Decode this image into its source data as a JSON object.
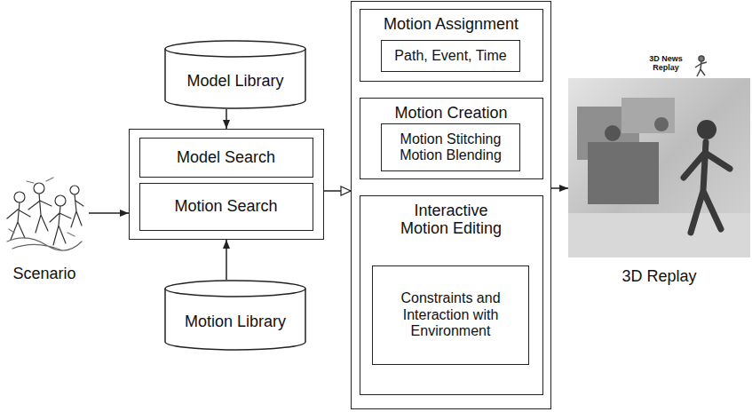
{
  "diagram": {
    "nodes": [
      {
        "text": [
          "Scenario"
        ]
      },
      {
        "text": [
          "Model Library"
        ]
      },
      {
        "text": []
      },
      {
        "text": [
          "Model Search"
        ],
        "in": 2
      },
      {
        "text": [
          "Motion Search"
        ],
        "in": 2
      },
      {
        "text": [
          "Motion Library"
        ]
      },
      {
        "text": []
      },
      {
        "text": [
          "Motion Assignment"
        ],
        "in": 6
      },
      {
        "text": [
          "Path, Event, Time"
        ],
        "in": 7
      },
      {
        "text": [
          "Motion Creation"
        ],
        "in": 6
      },
      {
        "text": [
          "Motion Stitching",
          "Motion Blending"
        ],
        "in": 9
      },
      {
        "text": [
          "Interactive Motion Editing"
        ],
        "in": 6
      },
      {
        "text": [
          "Constraints and Interaction with Environment"
        ],
        "in": 11
      },
      {
        "text": [
          "3D Replay"
        ]
      }
    ],
    "edges": [
      {
        "from": 0,
        "to": 2,
        "arrow": "to"
      },
      {
        "from": 1,
        "to": 2,
        "arrow": "to"
      },
      {
        "from": 5,
        "to": 2,
        "arrow": "to"
      },
      {
        "from": 2,
        "to": 6,
        "arrow": "to"
      },
      {
        "from": 7,
        "to": 9,
        "arrow": "to"
      },
      {
        "from": 9,
        "to": 11,
        "arrow": "to"
      },
      {
        "from": 6,
        "to": 13,
        "arrow": "to"
      }
    ],
    "labels": [
      "3D News Replay"
    ]
  }
}
